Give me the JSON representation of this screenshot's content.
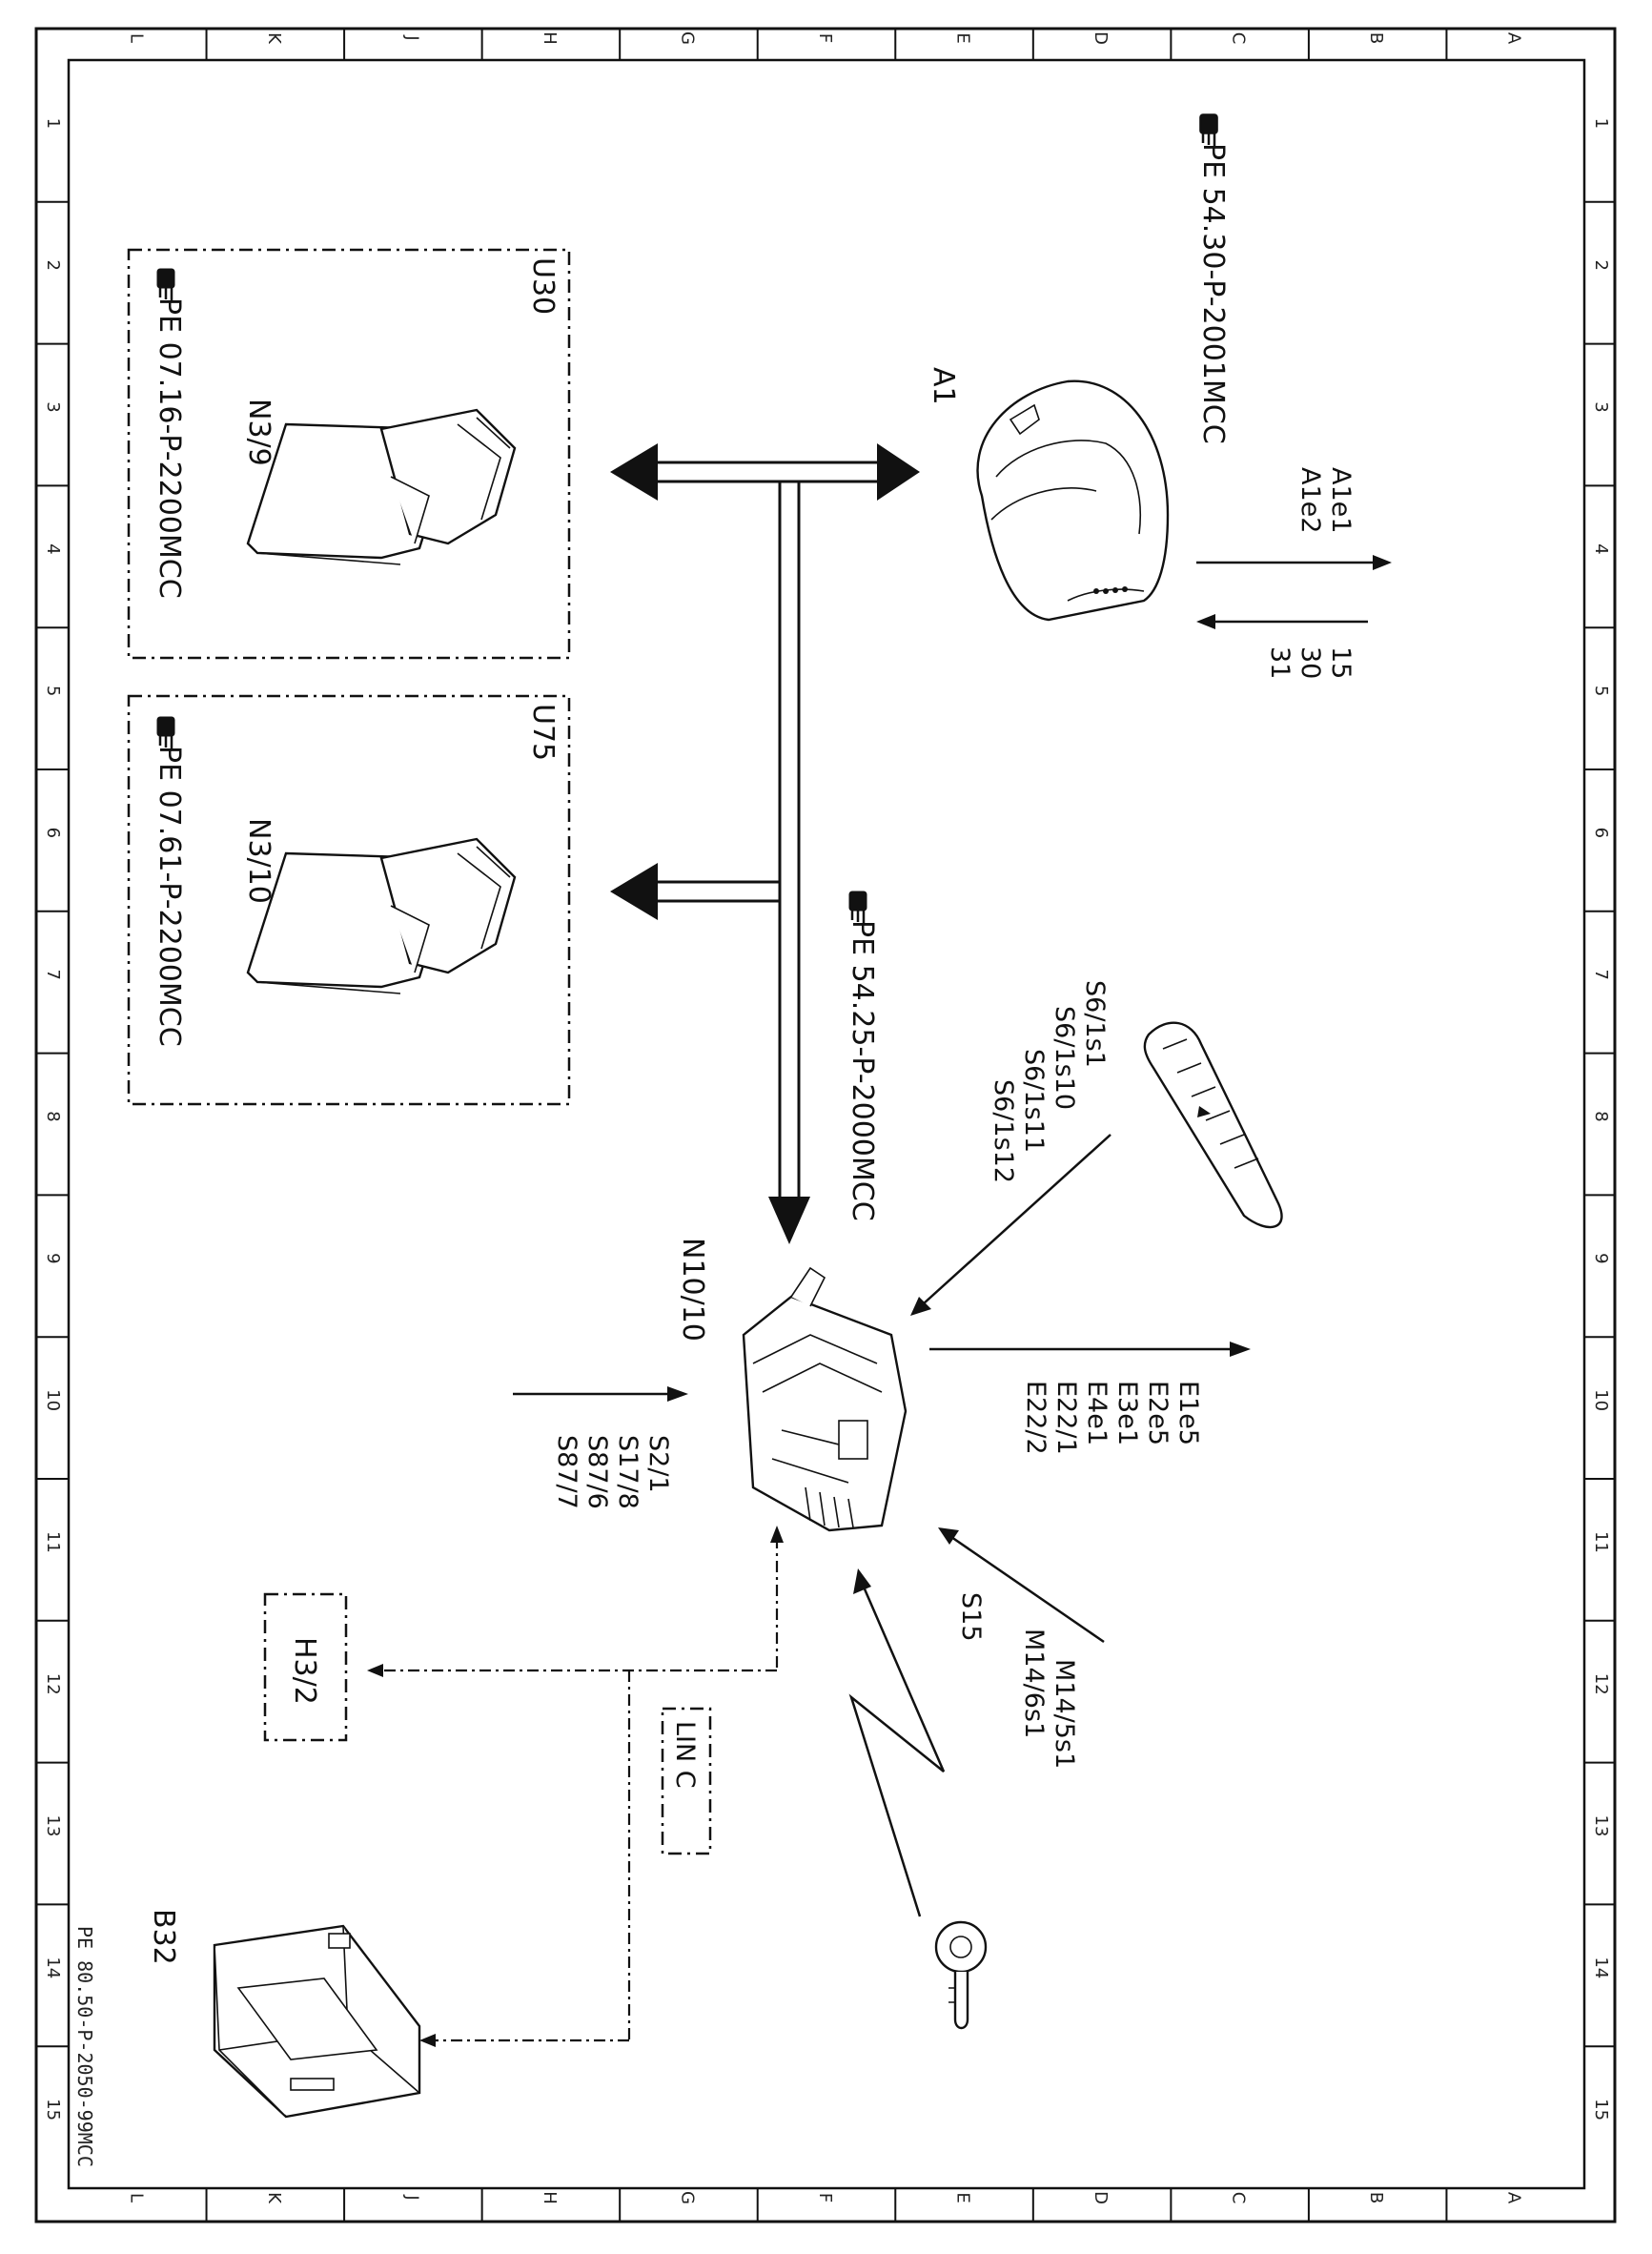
{
  "diagram": {
    "grid": {
      "letters": [
        "L",
        "K",
        "J",
        "H",
        "G",
        "F",
        "E",
        "D",
        "C",
        "B",
        "A"
      ],
      "numbers": [
        "1",
        "2",
        "3",
        "4",
        "5",
        "6",
        "7",
        "8",
        "9",
        "10",
        "11",
        "12",
        "13",
        "14",
        "15"
      ]
    },
    "refs": {
      "a1": "PE  54.30-P-2001MCC",
      "n10": "PE  54.25-P-2000MCC",
      "u30": "PE  07.16-P-2200MCC",
      "u75": "PE  07.61-P-2200MCC"
    },
    "components": {
      "a1": "A1",
      "n10": "N10/10",
      "u30_group": "U30",
      "u30_unit": "N3/9",
      "u75_group": "U75",
      "u75_unit": "N3/10",
      "h32": "H3/2",
      "lin": "LIN C",
      "b32": "B32"
    },
    "a1_outputs": [
      "A1e1",
      "A1e2"
    ],
    "a1_inputs": [
      "15",
      "30",
      "31"
    ],
    "s6_switches": [
      "S6/1s1",
      "S6/1s10",
      "S6/1s11",
      "S6/1s12"
    ],
    "n10_outputs": [
      "E1e5",
      "E2e5",
      "E3e1",
      "E4e1",
      "E22/1",
      "E22/2"
    ],
    "n10_inputs": [
      "S2/1",
      "S17/8",
      "S87/6",
      "S87/7"
    ],
    "m14_switches": [
      "M14/5s1",
      "M14/6s1"
    ],
    "s15": "S15",
    "footer": "PE 80.50-P-2050-99MCC"
  }
}
